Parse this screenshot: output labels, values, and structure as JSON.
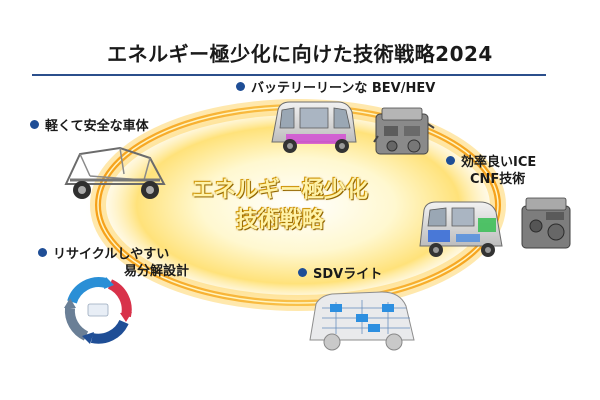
{
  "title": "エネルギー極少化に向けた技術戦略2024",
  "center_line1": "エネルギー極少化",
  "center_line2": "技術戦略",
  "labels": {
    "bev_hev": "バッテリーリーンな BEV/HEV",
    "light_safe": "軽くて安全な車体",
    "ice_line1": "効率良いICE",
    "ice_line2": "CNF技術",
    "recycle_line1": "リサイクルしやすい",
    "recycle_line2": "易分解設計",
    "sdv": "SDVライト"
  },
  "colors": {
    "accent_blue": "#1f4e96",
    "ring_orange": "#f7a21b",
    "glow_yellow": "#fff2a0"
  }
}
